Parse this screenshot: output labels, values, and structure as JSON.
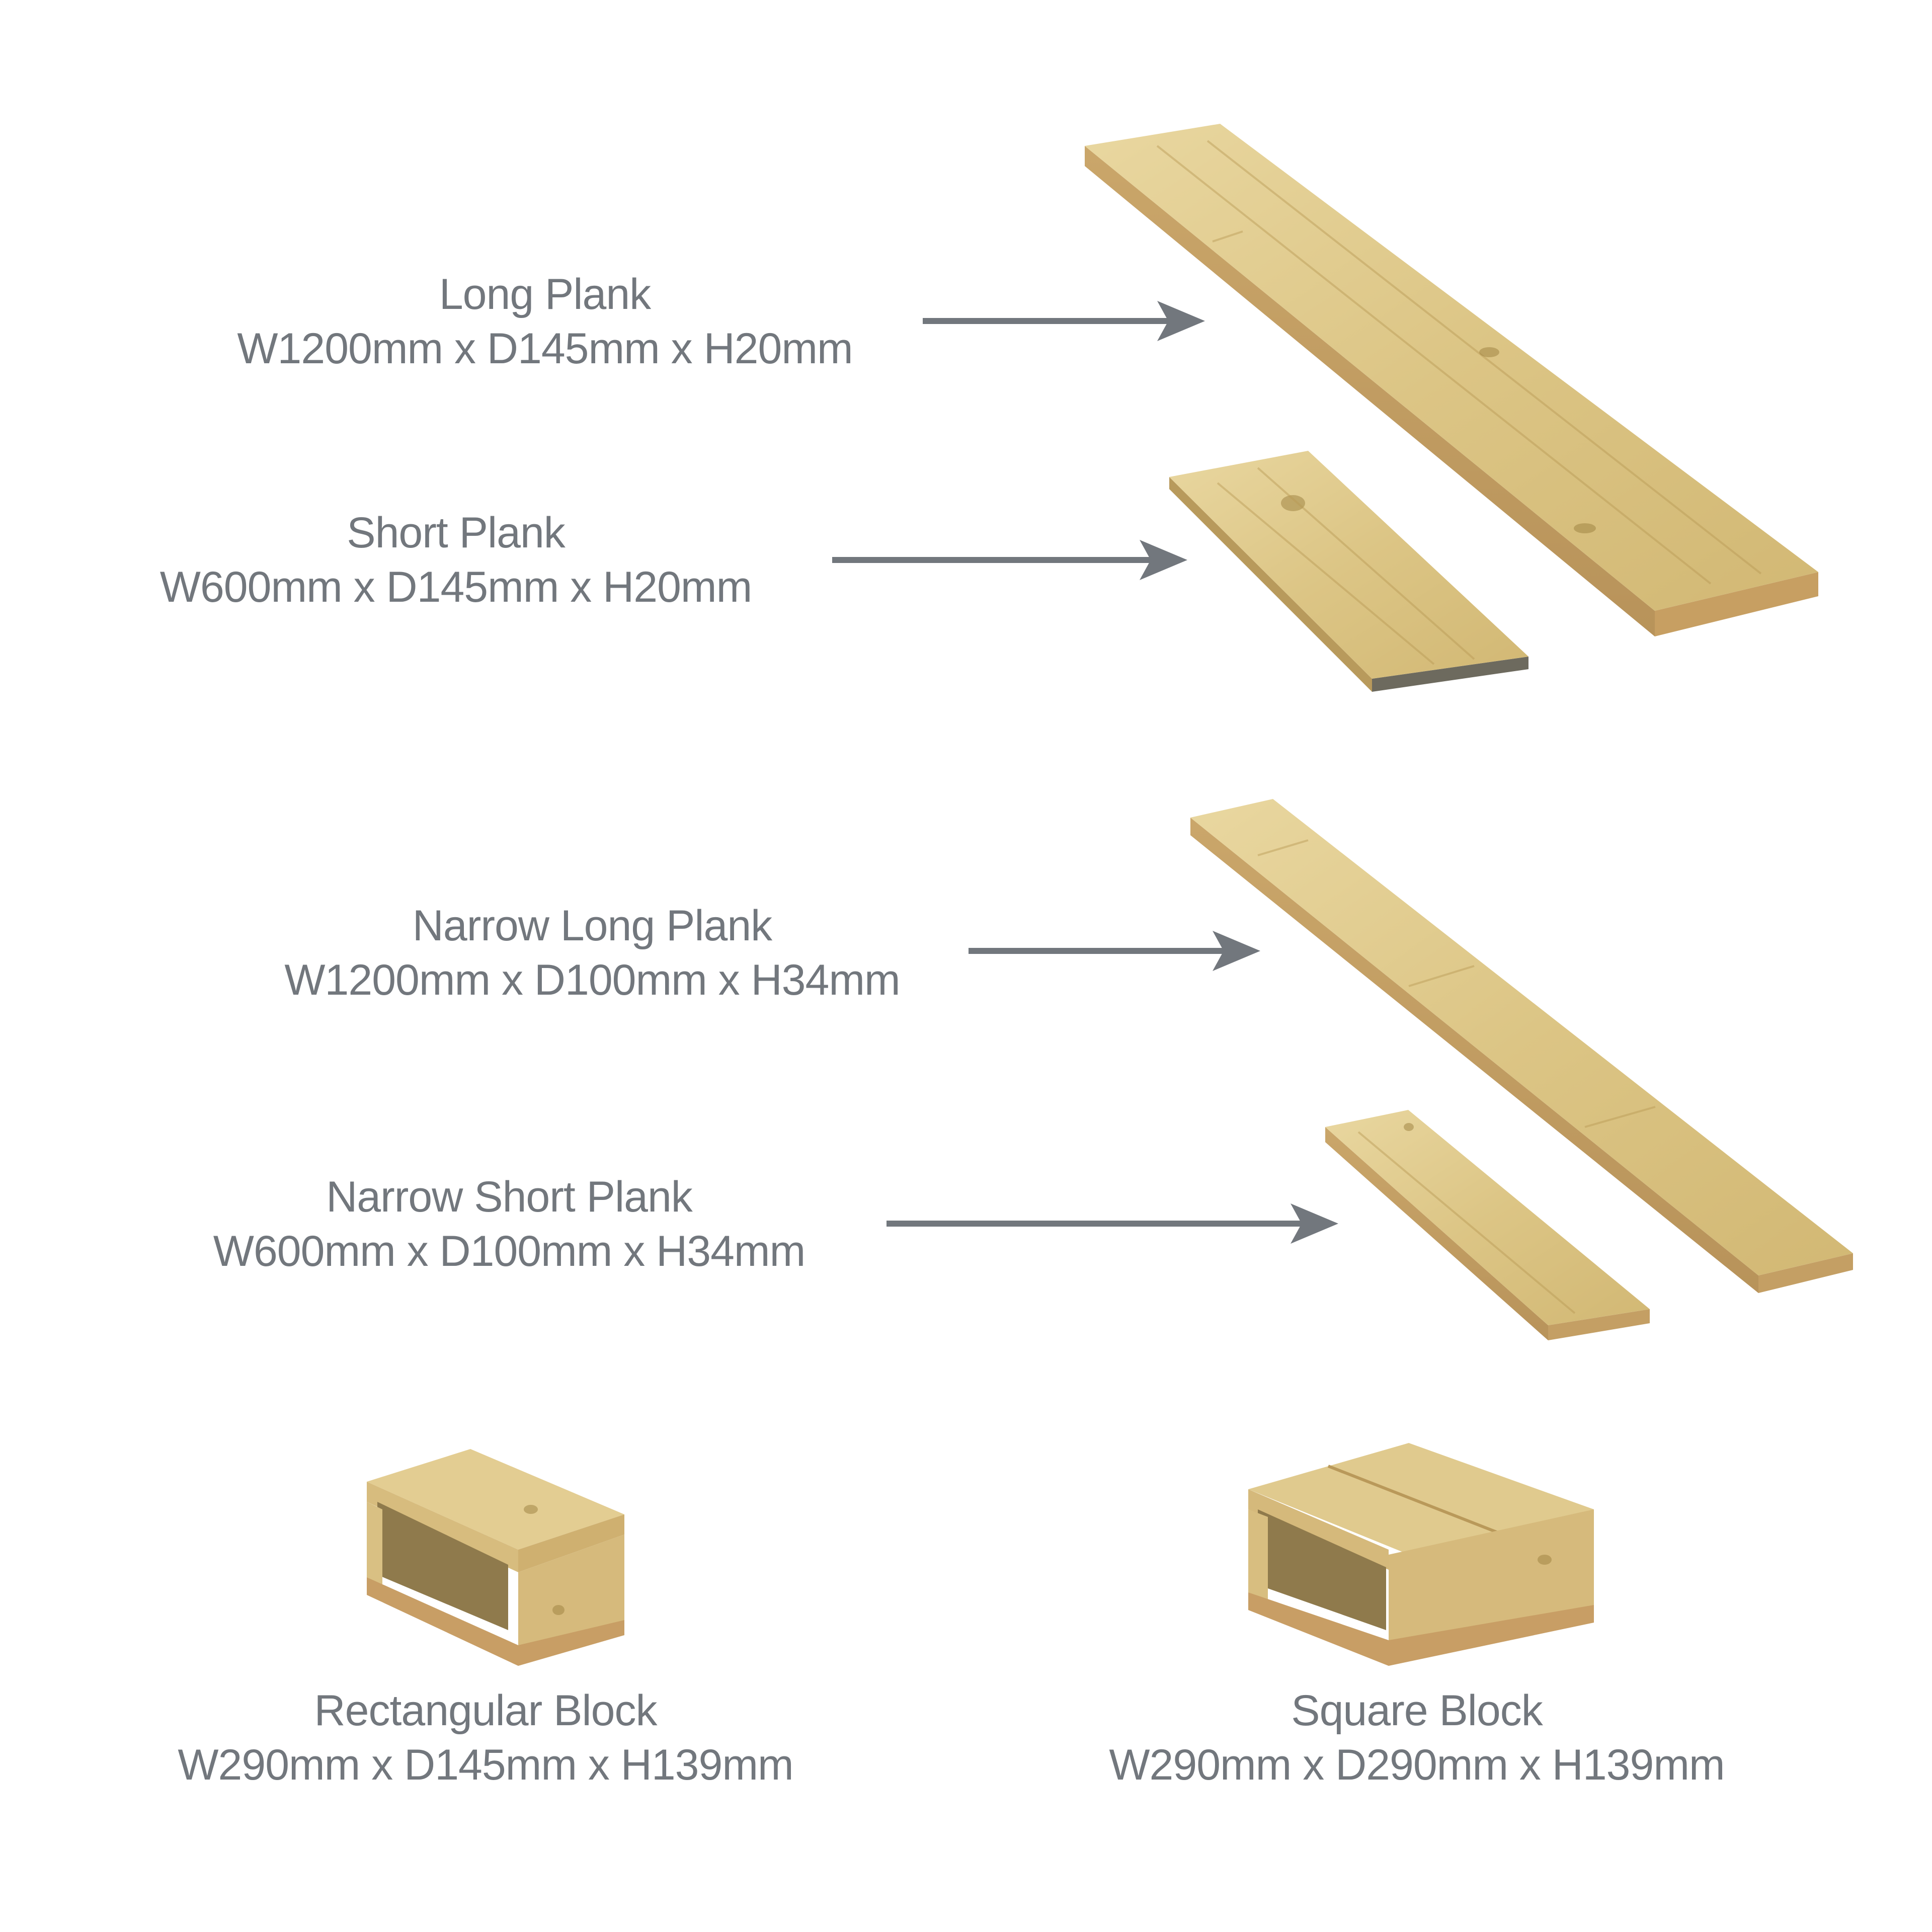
{
  "colors": {
    "text": "#72777d",
    "arrow": "#72777d",
    "wood_light": "#e6d29a",
    "wood_mid": "#d4b978",
    "wood_edge": "#c9a466"
  },
  "items": [
    {
      "name": "Long Plank",
      "dims": "W1200mm x D145mm x H20mm"
    },
    {
      "name": "Short Plank",
      "dims": "W600mm x D145mm x H20mm"
    },
    {
      "name": "Narrow Long Plank",
      "dims": "W1200mm x D100mm x H34mm"
    },
    {
      "name": "Narrow Short Plank",
      "dims": "W600mm x D100mm x H34mm"
    },
    {
      "name": "Rectangular Block",
      "dims": "W290mm x D145mm x H139mm"
    },
    {
      "name": "Square Block",
      "dims": "W290mm x D290mm x H139mm"
    }
  ]
}
